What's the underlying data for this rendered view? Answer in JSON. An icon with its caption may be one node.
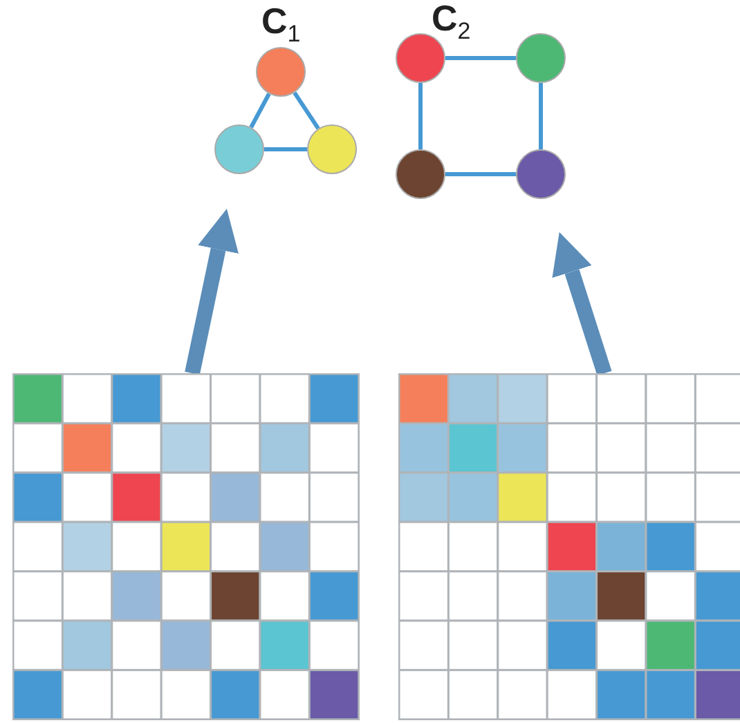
{
  "diagram": {
    "nodes": [
      {
        "text": [],
        "shape": "circle"
      },
      {
        "text": [],
        "shape": "circle"
      },
      {
        "text": [],
        "shape": "circle"
      },
      {
        "text": [],
        "shape": "circle"
      },
      {
        "text": [],
        "shape": "circle"
      },
      {
        "text": [],
        "shape": "circle"
      },
      {
        "text": [],
        "shape": "circle"
      },
      {
        "text": [],
        "shape": "grid"
      },
      {
        "text": [],
        "shape": "grid"
      }
    ],
    "edges": [
      {
        "from": 0,
        "to": 1,
        "arrow": "none"
      },
      {
        "from": 0,
        "to": 2,
        "arrow": "none"
      },
      {
        "from": 1,
        "to": 2,
        "arrow": "none"
      },
      {
        "from": 3,
        "to": 4,
        "arrow": "none"
      },
      {
        "from": 3,
        "to": 5,
        "arrow": "none"
      },
      {
        "from": 4,
        "to": 6,
        "arrow": "none"
      },
      {
        "from": 5,
        "to": 6,
        "arrow": "none"
      },
      {
        "from": 7,
        "to": 1,
        "arrow": "to",
        "style": "thick",
        "color": "#5b8db8"
      },
      {
        "from": 8,
        "to": 6,
        "arrow": "to",
        "style": "thick",
        "color": "#5b8db8"
      }
    ],
    "labels": [
      "C$_{1}$",
      "C$_{2}$"
    ]
  }
}
